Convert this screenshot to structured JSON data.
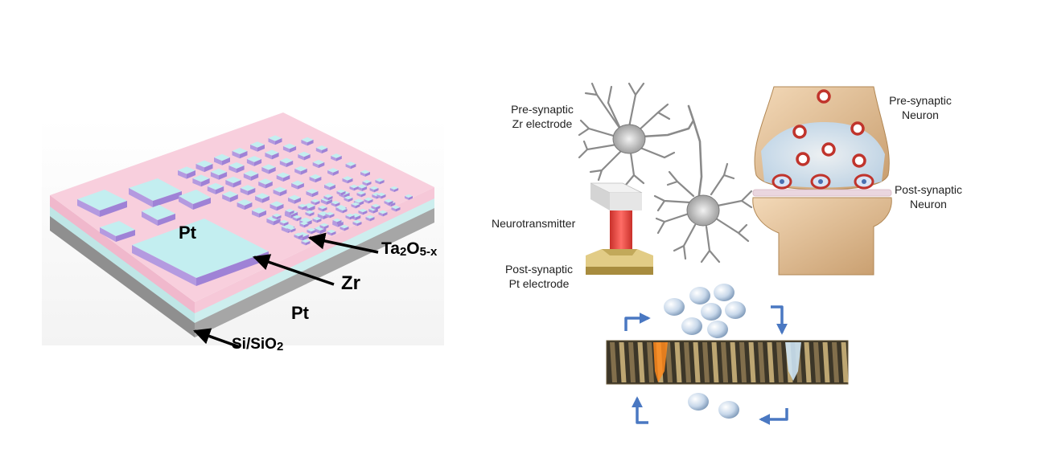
{
  "device_labels": {
    "top_electrode": "Pt",
    "adhesion_layer": "Zr",
    "switching_layer_base": "Ta",
    "switching_layer_sub1": "2",
    "switching_layer_mid": "O",
    "switching_layer_sub2": "5-x",
    "bottom_electrode": "Pt",
    "substrate_base": "Si/SiO",
    "substrate_sub": "2"
  },
  "synapse_labels": {
    "pre_electrode_line1": "Pre-synaptic",
    "pre_electrode_line2": "Zr electrode",
    "neurotransmitter": "Neurotransmitter",
    "post_electrode_line1": "Post-synaptic",
    "post_electrode_line2": "Pt electrode",
    "pre_neuron_line1": "Pre-synaptic",
    "pre_neuron_line2": "Neuron",
    "post_neuron_line1": "Post-synaptic",
    "post_neuron_line2": "Neuron"
  },
  "colors": {
    "substrate_gray": "#9b9b9b",
    "bottom_cyan": "#bfe6e6",
    "top_pink": "#f4c6d8",
    "pad_cyan": "#c3eef0",
    "pad_purple": "#b49ae0",
    "arrow_blue": "#4a78c2",
    "neuron_gray": "#9a9a9a",
    "vesicle_red": "#c0342c"
  },
  "icons": [
    "neuron-icon",
    "neuron-icon",
    "memristor-pillar-icon",
    "synapse-knob-icon",
    "ion-sphere-icon",
    "cycle-arrow-icon"
  ]
}
